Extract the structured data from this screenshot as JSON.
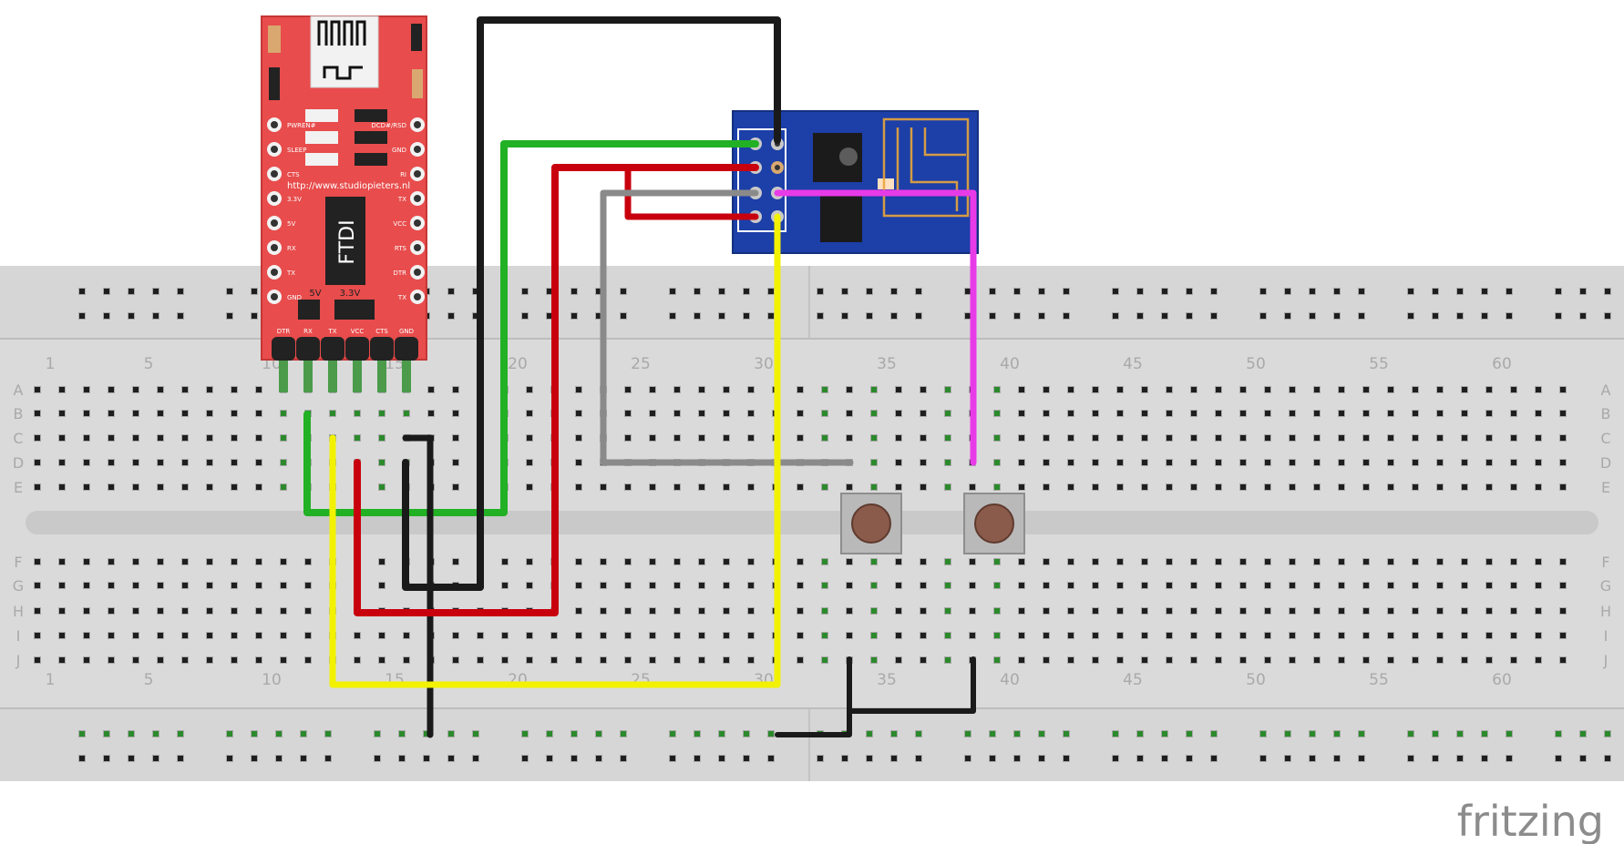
{
  "breadboard": {
    "column_numbers": [
      "1",
      "5",
      "10",
      "15",
      "20",
      "25",
      "30",
      "35",
      "40",
      "45",
      "50",
      "55",
      "60"
    ],
    "row_letters_top": [
      "A",
      "B",
      "C",
      "D",
      "E"
    ],
    "row_letters_bottom": [
      "F",
      "G",
      "H",
      "I",
      "J"
    ]
  },
  "ftdi": {
    "url": "http://www.studiopieters.nl",
    "chip_label": "FTDI",
    "voltage_left": "5V",
    "voltage_right": "3.3V",
    "left_pins": [
      "PWREN#",
      "SLEEP",
      "CTS",
      "3.3V",
      "5V",
      "RX",
      "TX",
      "GND"
    ],
    "right_pins": [
      "DCD#/RSD",
      "GND",
      "RI",
      "TX",
      "VCC",
      "RTS",
      "DTR",
      "TX"
    ],
    "header_pins": [
      "DTR",
      "RX",
      "TX",
      "VCC",
      "CTS",
      "GND"
    ]
  },
  "watermark": "fritzing",
  "colors": {
    "green_wire": "#22b025",
    "black_wire": "#1a1a1a",
    "red_wire": "#c8000e",
    "gray_wire": "#8a8a8a",
    "magenta_wire": "#e83be8",
    "yellow_wire": "#f2f200",
    "ftdi_board": "#e84c4c",
    "esp_board": "#1c3fa8"
  }
}
